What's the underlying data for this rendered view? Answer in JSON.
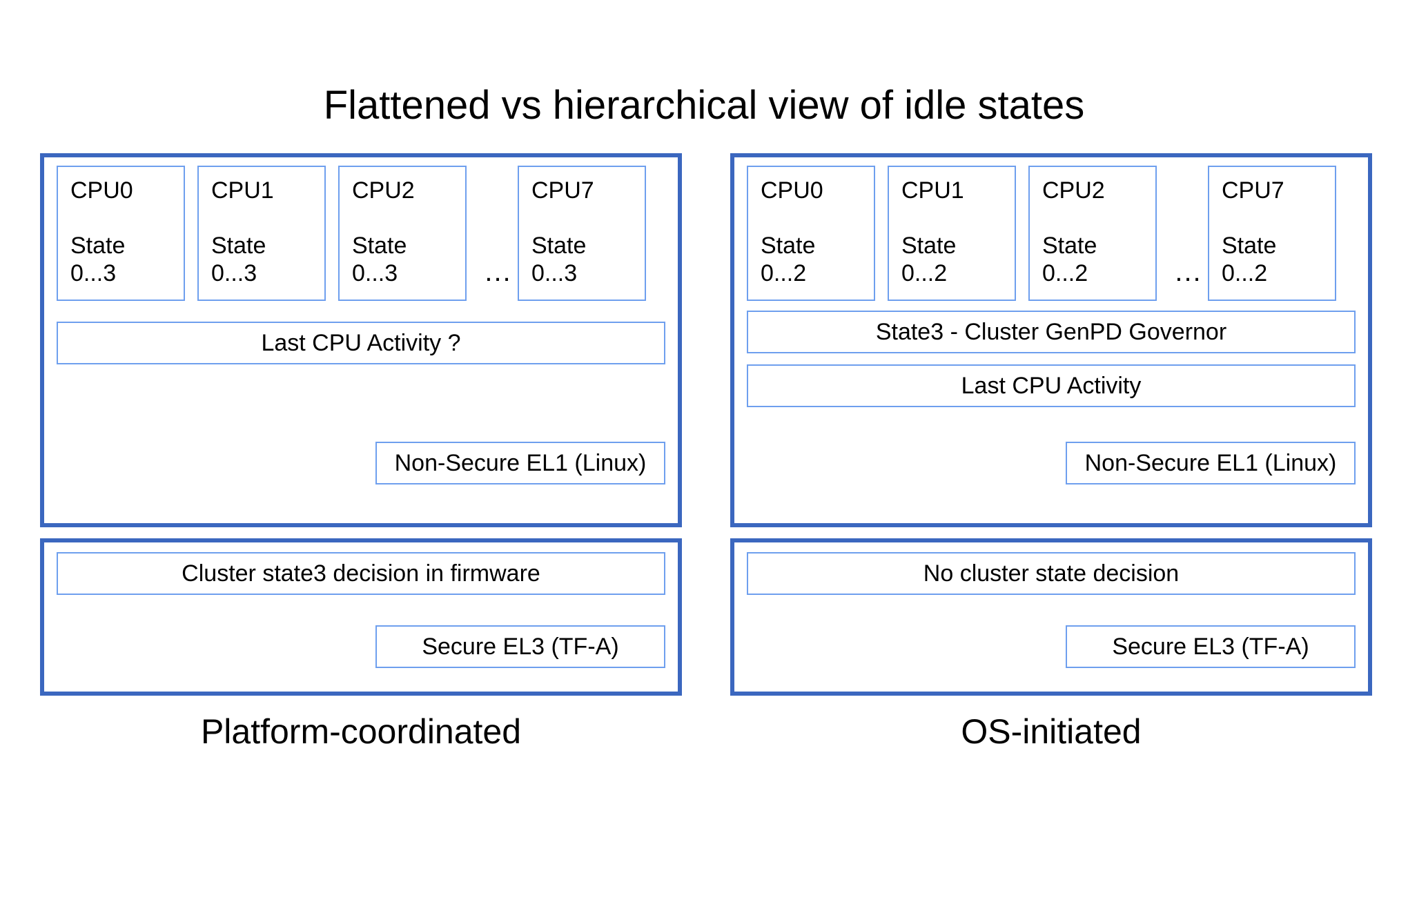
{
  "title": "Flattened vs hierarchical view of idle states",
  "panels": {
    "left": {
      "caption": "Platform-coordinated",
      "cpus": [
        {
          "name": "CPU0",
          "state_label": "State",
          "state_range": "0...3"
        },
        {
          "name": "CPU1",
          "state_label": "State",
          "state_range": "0...3"
        },
        {
          "name": "CPU2",
          "state_label": "State",
          "state_range": "0...3"
        },
        {
          "name": "CPU7",
          "state_label": "State",
          "state_range": "0...3"
        }
      ],
      "ellipsis": "...",
      "activity_bar": "Last CPU Activity ?",
      "exception_level": "Non-Secure EL1 (Linux)",
      "firmware_bar": "Cluster state3 decision in firmware",
      "firmware_level": "Secure EL3 (TF-A)"
    },
    "right": {
      "caption": "OS-initiated",
      "cpus": [
        {
          "name": "CPU0",
          "state_label": "State",
          "state_range": "0...2"
        },
        {
          "name": "CPU1",
          "state_label": "State",
          "state_range": "0...2"
        },
        {
          "name": "CPU2",
          "state_label": "State",
          "state_range": "0...2"
        },
        {
          "name": "CPU7",
          "state_label": "State",
          "state_range": "0...2"
        }
      ],
      "ellipsis": "...",
      "governor_bar": "State3 - Cluster GenPD Governor",
      "activity_bar": "Last CPU Activity",
      "exception_level": "Non-Secure EL1 (Linux)",
      "firmware_bar": "No cluster state decision",
      "firmware_level": "Secure EL3 (TF-A)"
    }
  },
  "colors": {
    "outer_border": "#3b67bf",
    "inner_border": "#6e9fee",
    "background": "#ffffff",
    "text": "#000000"
  }
}
